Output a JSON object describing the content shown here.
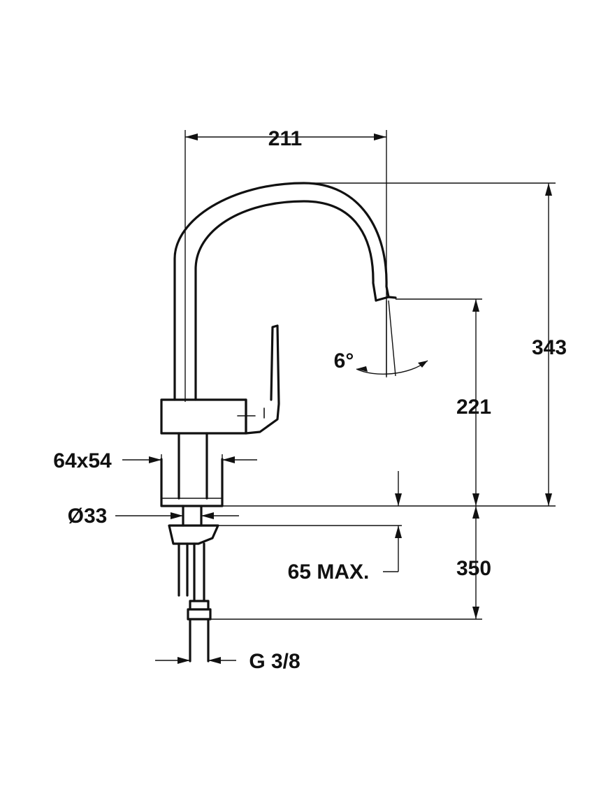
{
  "dimensions": {
    "spout_reach": "211",
    "total_height": "343",
    "spout_outlet_height": "221",
    "swivel_angle": "6°",
    "base_size": "64x54",
    "hole_diameter": "Ø33",
    "counter_thickness": "65 MAX.",
    "hose_length": "350",
    "connection_thread": "G 3/8"
  },
  "colors": {
    "line": "#111111",
    "background": "#ffffff"
  }
}
